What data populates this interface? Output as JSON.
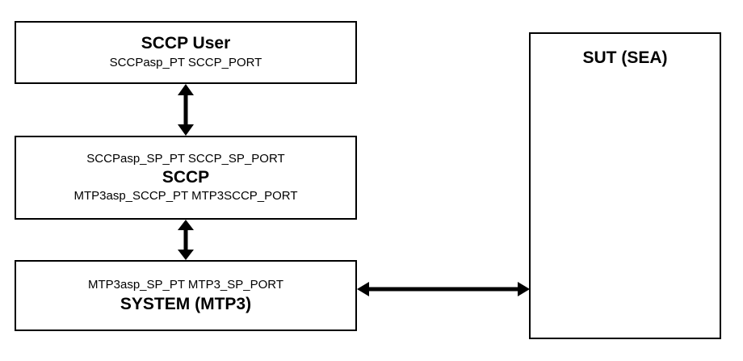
{
  "diagram": {
    "boxes": [
      {
        "id": "sccp-user",
        "title": "SCCP User",
        "sub1": "SCCPasp_PT SCCP_PORT"
      },
      {
        "id": "sccp",
        "sub_top": "SCCPasp_SP_PT  SCCP_SP_PORT",
        "title": "SCCP",
        "sub_bottom": "MTP3asp_SCCP_PT  MTP3SCCP_PORT"
      },
      {
        "id": "system-mtp3",
        "sub_top": "MTP3asp_SP_PT  MTP3_SP_PORT",
        "title": "SYSTEM (MTP3)"
      },
      {
        "id": "sut",
        "title": "SUT (SEA)"
      }
    ],
    "arrows": [
      {
        "id": "sccp-user-to-sccp",
        "orientation": "vertical",
        "label": ""
      },
      {
        "id": "sccp-to-system-mtp3",
        "orientation": "vertical",
        "label": ""
      },
      {
        "id": "system-mtp3-to-sut",
        "orientation": "horizontal",
        "label": ""
      }
    ],
    "colors": {
      "stroke": "#000000",
      "fill": "#ffffff",
      "text": "#000000"
    }
  }
}
